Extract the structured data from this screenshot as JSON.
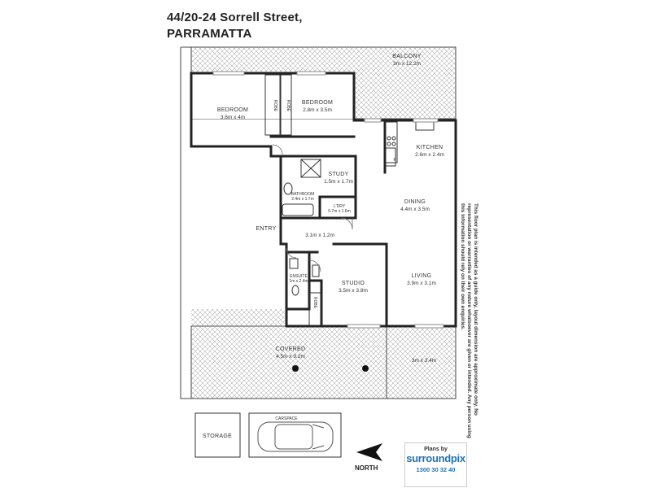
{
  "address": {
    "line1": "44/20-24 Sorrell Street,",
    "line2": "PARRAMATTA"
  },
  "rooms": {
    "balcony": {
      "name": "BALCONY",
      "size": "3m x 12.2m"
    },
    "bedroom1": {
      "name": "BEDROOM",
      "size": "3.6m x 4m"
    },
    "bedroom2": {
      "name": "BEDROOM",
      "size": "2.8m x 3.5m"
    },
    "robe_a": "ROBE",
    "robe_b": "ROBE",
    "kitchen": {
      "name": "KITCHEN",
      "size": "2.6m x 2.4m"
    },
    "fridge": "F",
    "study": {
      "name": "STUDY",
      "size": "1.5m x 1.7m"
    },
    "bathroom": {
      "name": "BATHROOM",
      "size": "2.4m x 1.7m"
    },
    "laundry": {
      "name": "L'DRY",
      "size": "0.7m x 1.6m"
    },
    "dining": {
      "name": "DINING",
      "size": "4.4m x 3.5m"
    },
    "entry": {
      "name": "ENTRY"
    },
    "hall": {
      "size": "3.1m x 1.2m"
    },
    "ensuite": {
      "name": "ENSUITE",
      "size": "1m x 2.4m"
    },
    "robe_c": "ROBE",
    "studio": {
      "name": "STUDIO",
      "size": "3.5m x 3.8m"
    },
    "living": {
      "name": "LIVING",
      "size": "3.9m x 3.1m"
    },
    "covered": {
      "name": "COVERED",
      "size": "4.5m x 9.2m"
    },
    "terrace": {
      "size": "3m x 3.4m"
    },
    "storage": {
      "name": "STORAGE"
    },
    "carspace": {
      "name": "CARSPACE"
    }
  },
  "compass": {
    "label": "NORTH"
  },
  "logo": {
    "plans_by": "Plans by",
    "brand": "surroundpix",
    "phone": "1300 30 32 40"
  },
  "disclaimer": "This floor plan is intended as a guide only, layout dimension are approximate only. No representation or warranties of any nature whatsoever are given or intended. Any person using this information should rely on their own enquiries.",
  "colors": {
    "wall": "#222222",
    "hatch": "#9a9a9a",
    "brand": "#1d74b8"
  }
}
